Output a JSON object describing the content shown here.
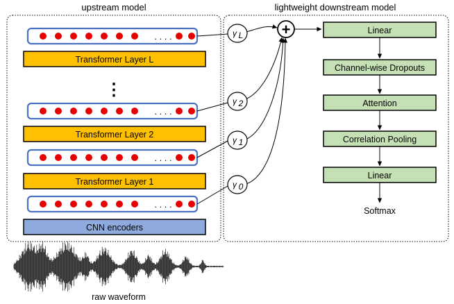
{
  "upstream": {
    "title": "upstream model",
    "layers": [
      "Transformer Layer L",
      "Transformer Layer 2",
      "Transformer Layer 1"
    ],
    "encoder": "CNN encoders",
    "vector_ellipsis": ". . . .",
    "vertical_ellipsis": "⋮"
  },
  "downstream": {
    "title": "lightweight downstream model",
    "blocks": [
      "Linear",
      "Channel-wise Dropouts",
      "Attention",
      "Correlation Pooling",
      "Linear"
    ],
    "output": "Softmax"
  },
  "weights": {
    "labels": [
      {
        "base": "γ",
        "sub": "L"
      },
      {
        "base": "γ",
        "sub": "2"
      },
      {
        "base": "γ",
        "sub": "1"
      },
      {
        "base": "γ",
        "sub": "0"
      }
    ],
    "sum_symbol": "+"
  },
  "input": {
    "caption": "raw waveform"
  },
  "colors": {
    "transformer_fill": "#FFC000",
    "encoder_fill": "#8FAADC",
    "downstream_fill": "#C5E0B4",
    "dot": "#E60000",
    "vector_border": "#4A72C4"
  }
}
